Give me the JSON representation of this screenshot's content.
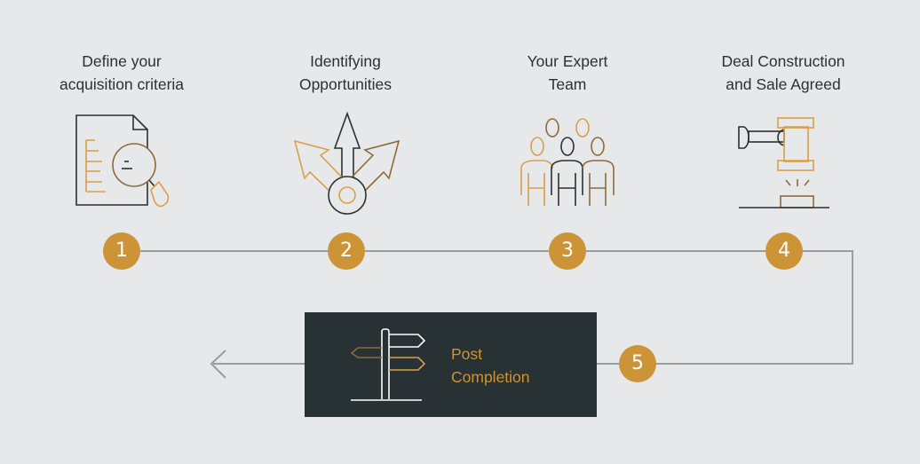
{
  "colors": {
    "background": "#e7e8ea",
    "accent": "#cc9436",
    "accent_dark": "#8d6a3a",
    "dark": "#283133",
    "line": "#9a9c9d"
  },
  "steps": [
    {
      "number": "1",
      "title_lines": [
        "Define your",
        "acquisition criteria"
      ],
      "icon": "document-magnifier-icon"
    },
    {
      "number": "2",
      "title_lines": [
        "Identifying",
        "Opportunities"
      ],
      "icon": "diverging-arrows-icon"
    },
    {
      "number": "3",
      "title_lines": [
        "Your Expert",
        "Team"
      ],
      "icon": "team-people-icon"
    },
    {
      "number": "4",
      "title_lines": [
        "Deal Construction",
        "and Sale Agreed"
      ],
      "icon": "gavel-icon"
    }
  ],
  "final_step": {
    "number": "5",
    "title_lines": [
      "Post",
      "Completion"
    ],
    "icon": "signpost-icon"
  },
  "flow_end_icon": "arrow-left-icon"
}
